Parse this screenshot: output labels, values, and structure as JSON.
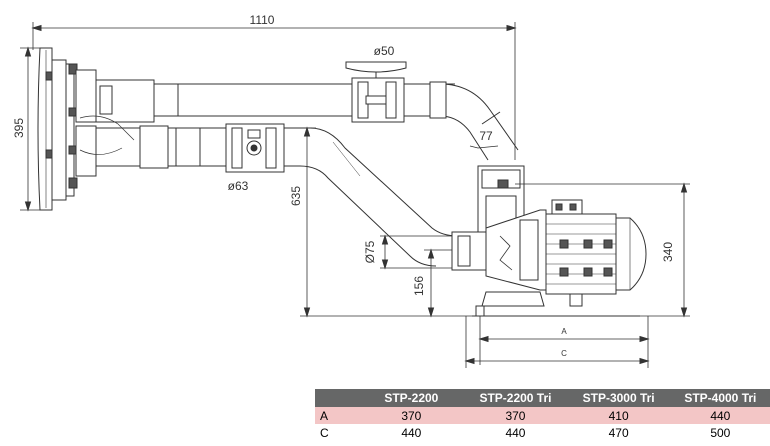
{
  "dimensions": {
    "width_total": "1110",
    "height_left": "395",
    "height_mid": "635",
    "height_pump": "340",
    "height_low": "156",
    "dia_top": "ø50",
    "dia_mid": "ø63",
    "dia_pump": "Ø75",
    "angle": "77",
    "a_label": "A",
    "c_label": "C"
  },
  "table": {
    "headers": [
      "",
      "STP-2200",
      "STP-2200 Tri",
      "STP-3000 Tri",
      "STP-4000 Tri"
    ],
    "rows": [
      {
        "label": "A",
        "values": [
          "370",
          "370",
          "410",
          "440"
        ]
      },
      {
        "label": "C",
        "values": [
          "440",
          "440",
          "470",
          "500"
        ]
      }
    ]
  },
  "colors": {
    "table_header_bg": "#666767",
    "row_a_bg": "#f3c6c6",
    "line": "#333333"
  }
}
